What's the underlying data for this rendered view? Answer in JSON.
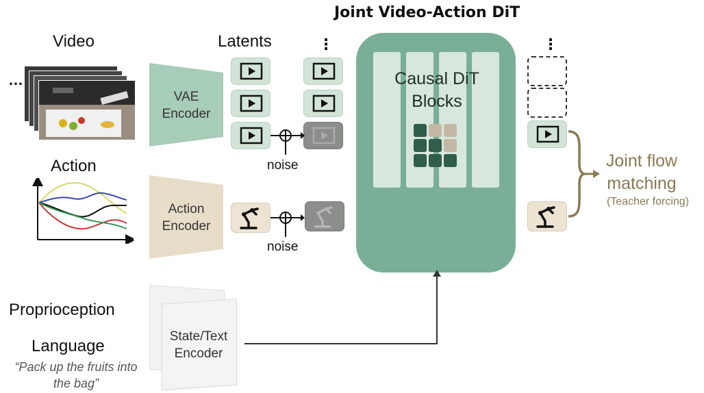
{
  "title": "Joint Video-Action DiT",
  "labels": {
    "video": "Video",
    "latents": "Latents",
    "action": "Action",
    "proprioception": "Proprioception",
    "language": "Language",
    "instruction": "“Pack up the fruits into the bag”",
    "noise": "noise",
    "ellipsis": "⋮"
  },
  "encoders": {
    "vae": "VAE Encoder",
    "action": "Action Encoder",
    "state_text": "State/Text Encoder"
  },
  "dit": {
    "blocks_label": "Causal DiT Blocks"
  },
  "output": {
    "joint_flow": "Joint flow matching",
    "teacher_forcing": "(Teacher forcing)"
  },
  "icons": {
    "video_frame": "play-icon",
    "robot_arm": "robot-arm-icon",
    "noise_sum": "plus-circle-icon"
  },
  "colors": {
    "dit_green": "#7aaf97",
    "latent_green": "#d2e4d8",
    "vae_green": "#a7ccb8",
    "action_beige": "#e7ddc9",
    "cell_dark": "#2f5e4a",
    "cell_tan": "#c4b8a4",
    "flow_olive": "#8a7a52"
  }
}
